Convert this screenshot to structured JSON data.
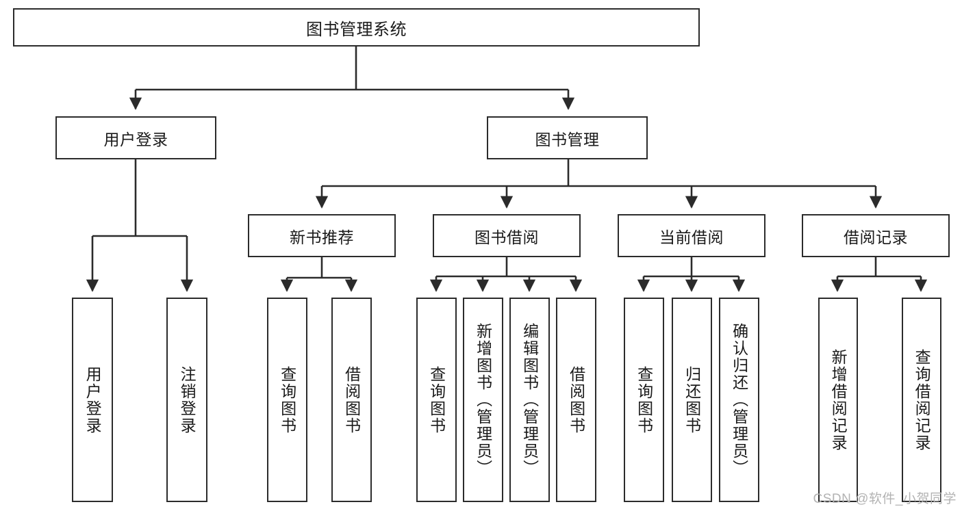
{
  "diagram": {
    "type": "tree-hierarchy",
    "title": "图书管理系统",
    "orientation": "top-down",
    "colors": {
      "box_border": "#2b2b2b",
      "box_fill": "#ffffff",
      "connector": "#2b2b2b",
      "text": "#1a1a1a",
      "watermark": "#b3b3b3"
    },
    "levels": {
      "level1": [
        "图书管理系统"
      ],
      "level2": [
        "用户登录",
        "图书管理"
      ],
      "level3": [
        "新书推荐",
        "图书借阅",
        "当前借阅",
        "借阅记录"
      ],
      "level4": [
        "用户登录",
        "注销登录",
        "查询图书",
        "借阅图书",
        "查询图书",
        "新增图书（管理员）",
        "编辑图书（管理员）",
        "借阅图书",
        "查询图书",
        "归还图书",
        "确认归还（管理员）",
        "新增借阅记录",
        "查询借阅记录"
      ]
    },
    "nodes": {
      "root": {
        "label": "图书管理系统"
      },
      "user_login": {
        "label": "用户登录"
      },
      "book_manage": {
        "label": "图书管理"
      },
      "new_book_rec": {
        "label": "新书推荐"
      },
      "book_borrow": {
        "label": "图书借阅"
      },
      "current_borrow": {
        "label": "当前借阅"
      },
      "borrow_record": {
        "label": "借阅记录"
      },
      "leaf_user_login": {
        "label": "用户登录"
      },
      "leaf_logout": {
        "label": "注销登录"
      },
      "leaf_query_book_a": {
        "label": "查询图书"
      },
      "leaf_borrow_book_a": {
        "label": "借阅图书"
      },
      "leaf_query_book_b": {
        "label": "查询图书"
      },
      "leaf_add_book": {
        "label": "新增图书（管理员）"
      },
      "leaf_edit_book": {
        "label": "编辑图书（管理员）"
      },
      "leaf_borrow_book_b": {
        "label": "借阅图书"
      },
      "leaf_query_book_c": {
        "label": "查询图书"
      },
      "leaf_return_book": {
        "label": "归还图书"
      },
      "leaf_confirm_return": {
        "label": "确认归还（管理员）"
      },
      "leaf_add_record": {
        "label": "新增借阅记录"
      },
      "leaf_query_record": {
        "label": "查询借阅记录"
      }
    },
    "edges": [
      {
        "from": "root",
        "to": "user_login"
      },
      {
        "from": "root",
        "to": "book_manage"
      },
      {
        "from": "user_login",
        "to": "leaf_user_login"
      },
      {
        "from": "user_login",
        "to": "leaf_logout"
      },
      {
        "from": "book_manage",
        "to": "new_book_rec"
      },
      {
        "from": "book_manage",
        "to": "book_borrow"
      },
      {
        "from": "book_manage",
        "to": "current_borrow"
      },
      {
        "from": "book_manage",
        "to": "borrow_record"
      },
      {
        "from": "new_book_rec",
        "to": "leaf_query_book_a"
      },
      {
        "from": "new_book_rec",
        "to": "leaf_borrow_book_a"
      },
      {
        "from": "book_borrow",
        "to": "leaf_query_book_b"
      },
      {
        "from": "book_borrow",
        "to": "leaf_add_book"
      },
      {
        "from": "book_borrow",
        "to": "leaf_edit_book"
      },
      {
        "from": "book_borrow",
        "to": "leaf_borrow_book_b"
      },
      {
        "from": "current_borrow",
        "to": "leaf_query_book_c"
      },
      {
        "from": "current_borrow",
        "to": "leaf_return_book"
      },
      {
        "from": "current_borrow",
        "to": "leaf_confirm_return"
      },
      {
        "from": "borrow_record",
        "to": "leaf_add_record"
      },
      {
        "from": "borrow_record",
        "to": "leaf_query_record"
      }
    ]
  },
  "watermark": {
    "text": "CSDN @软件_小贺同学"
  }
}
